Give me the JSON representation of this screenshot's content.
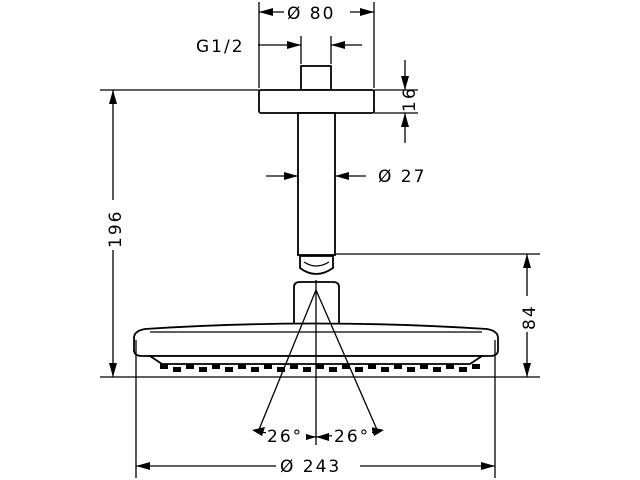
{
  "diagram": {
    "dimensions": {
      "flange_diameter": "Ø 80",
      "thread": "G1/2",
      "flange_height": "16",
      "arm_diameter": "Ø 27",
      "total_height": "196",
      "head_height": "84",
      "spray_angle_left": "26°",
      "spray_angle_right": "26°",
      "head_diameter": "Ø 243"
    }
  }
}
